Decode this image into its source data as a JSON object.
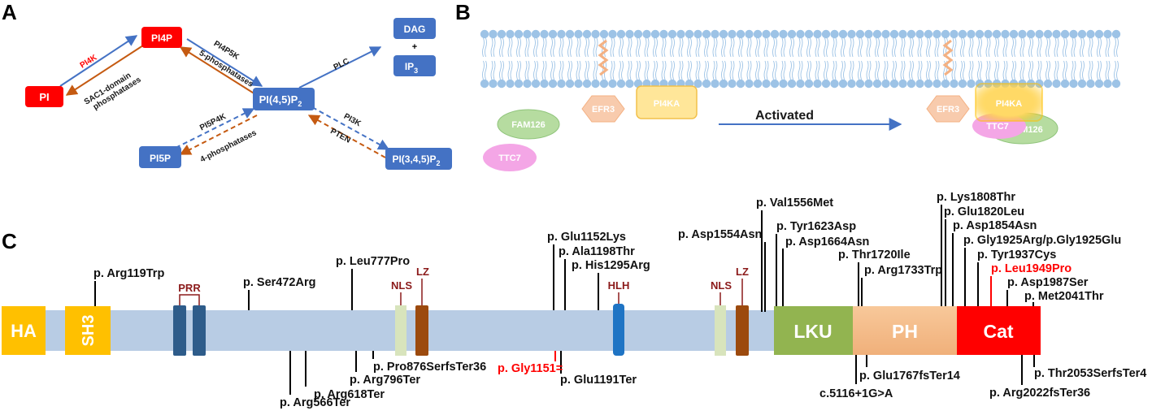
{
  "panels": {
    "a": "A",
    "b": "B",
    "c": "C"
  },
  "panel_a": {
    "nodes": {
      "pi": "PI",
      "pi4p": "PI4P",
      "pip2": "PI(4,5)P",
      "pip2_sub": "2",
      "dag": "DAG",
      "plus": "+",
      "ip3": "IP",
      "ip3_sub": "3",
      "pi5p": "PI5P",
      "pip3": "PI(3,4,5)P",
      "pip3_sub": "2"
    },
    "arrows": {
      "pi4k": "PI4K",
      "sac1_line1": "SAC1-domain",
      "sac1_line2": "phosphatases",
      "pi4p5k": "PI4P5K",
      "five_phos": "5-phosphatases",
      "plc": "PLC",
      "pi5p4k": "PI5P4K",
      "four_phos": "4-phosphatases",
      "pi3k": "PI3K",
      "pten": "PTEN"
    },
    "colors": {
      "red": "#ff0000",
      "blue": "#4472c4",
      "orange": "#c55a11"
    }
  },
  "panel_b": {
    "fam126_left": "FAM126",
    "ttc7_left": "TTC7",
    "efr3_left": "EFR3",
    "pi4ka_left": "PI4KA",
    "activated": "Activated",
    "efr3_right": "EFR3",
    "pi4ka_right": "PI4KA",
    "ttc7_right": "TTC7",
    "fam126_right": "FAM126"
  },
  "panel_c": {
    "domains": {
      "ha": "HA",
      "sh3": "SH3",
      "prr": "PRR",
      "nls1": "NLS",
      "lz1": "LZ",
      "hlh": "HLH",
      "nls2": "NLS",
      "lz2": "LZ",
      "lku": "LKU",
      "ph": "PH",
      "cat": "Cat"
    },
    "mutations_above": [
      "p. Arg119Trp",
      "p. Ser472Arg",
      "p. Leu777Pro",
      "p. Glu1152Lys",
      "p. Ala1198Thr",
      "p. His1295Arg",
      "p. Val1556Met",
      "p. Asp1554Asn",
      "p. Tyr1623Asp",
      "p. Asp1664Asn",
      "p. Thr1720Ile",
      "p. Arg1733Trp",
      "p. Lys1808Thr",
      "p. Glu1820Leu",
      "p. Asp1854Asn",
      "p. Gly1925Arg/p.Gly1925Glu",
      "p. Tyr1937Cys",
      "p. Leu1949Pro",
      "p. Asp1987Ser",
      "p. Met2041Thr"
    ],
    "mutations_below": [
      "p. Arg566Ter",
      "p. Arg618Ter",
      "p. Arg796Ter",
      "p. Pro876SerfsTer36",
      "p. Gly1151=",
      "p. Glu1191Ter",
      "p. Glu1767fsTer14",
      "c.5116+1G>A",
      "p. Thr2053SerfsTer4",
      "p. Arg2022fsTer36"
    ],
    "colors": {
      "backbone": "#b8cce4",
      "ha": "#ffc000",
      "prr": "#2e5c8a",
      "nls": "#d8e4bc",
      "lz": "#9c4a0e",
      "hlh": "#1f74c4",
      "lku": "#92b450",
      "ph": "#f5bf8e",
      "cat": "#ff0000",
      "highlight": "#ff0000"
    }
  }
}
